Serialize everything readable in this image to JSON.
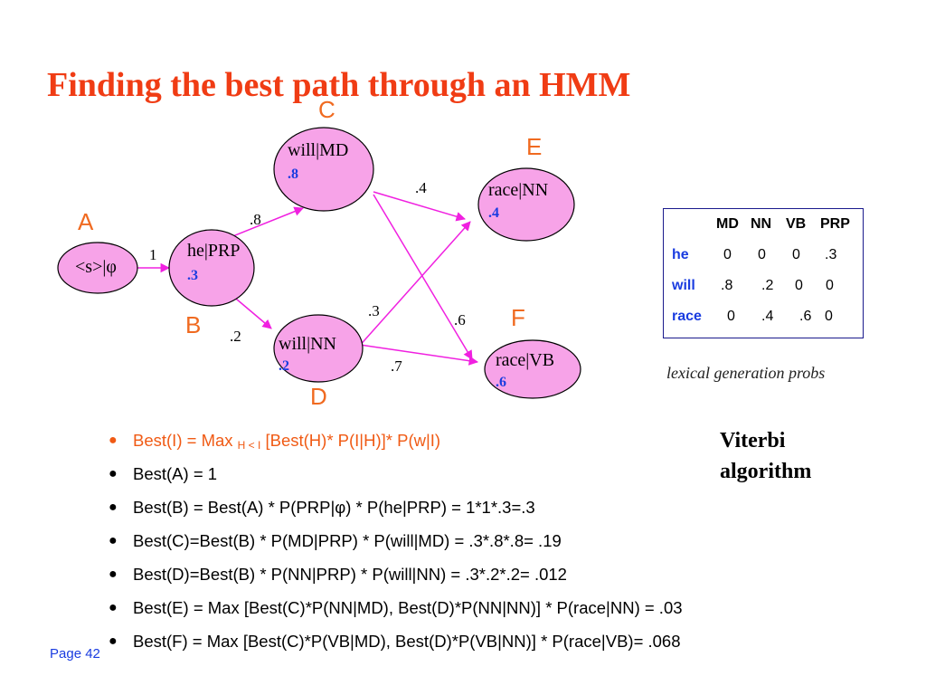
{
  "title": "Finding the best path through an HMM",
  "nodes": [
    {
      "id": "A",
      "letter": "A",
      "word": "<s>|φ",
      "prob": ""
    },
    {
      "id": "B",
      "letter": "B",
      "word": "he|PRP",
      "prob": ".3"
    },
    {
      "id": "C",
      "letter": "C",
      "word": "will|MD",
      "prob": ".8"
    },
    {
      "id": "D",
      "letter": "D",
      "word": "will|NN",
      "prob": ".2"
    },
    {
      "id": "E",
      "letter": "E",
      "word": "race|NN",
      "prob": ".4"
    },
    {
      "id": "F",
      "letter": "F",
      "word": "race|VB",
      "prob": ".6"
    }
  ],
  "edges": [
    {
      "from": "A",
      "to": "B",
      "label": "1"
    },
    {
      "from": "B",
      "to": "C",
      "label": ".8"
    },
    {
      "from": "B",
      "to": "D",
      "label": ".2"
    },
    {
      "from": "C",
      "to": "E",
      "label": ".4"
    },
    {
      "from": "C",
      "to": "F",
      "label": ".6"
    },
    {
      "from": "D",
      "to": "E",
      "label": ".3"
    },
    {
      "from": "D",
      "to": "F",
      "label": ".7"
    }
  ],
  "lexical_table": {
    "columns": [
      "MD",
      "NN",
      "VB",
      "PRP"
    ],
    "rows": [
      {
        "word": "he",
        "values": [
          "0",
          "0",
          "0",
          ".3"
        ]
      },
      {
        "word": "will",
        "values": [
          ".8",
          ".2",
          "0",
          "0"
        ]
      },
      {
        "word": "race",
        "values": [
          "0",
          ".4",
          ".6",
          "0"
        ]
      }
    ],
    "caption": "lexical generation probs"
  },
  "algorithm_label_line1": "Viterbi",
  "algorithm_label_line2": "algorithm",
  "formula": {
    "head": "Best(I) = Max ",
    "subscript": "H < I",
    "tail": " [Best(H)* P(I|H)]* P(w|I)"
  },
  "bullets": [
    "Best(A) = 1",
    "Best(B) = Best(A) * P(PRP|φ) * P(he|PRP) = 1*1*.3=.3",
    "Best(C)=Best(B) * P(MD|PRP) * P(will|MD) = .3*.8*.8= .19",
    "Best(D)=Best(B) * P(NN|PRP) * P(will|NN) = .3*.2*.2= .012",
    "Best(E) = Max [Best(C)*P(NN|MD), Best(D)*P(NN|NN)] * P(race|NN) = .03",
    "Best(F) = Max [Best(C)*P(VB|MD), Best(D)*P(VB|NN)] * P(race|VB)= .068"
  ],
  "footer": "Page 42",
  "colors": {
    "title": "#f03c14",
    "node_fill": "#f7a3e8",
    "edge": "#f020e0",
    "prob": "#1a3ce0",
    "letter": "#f06a20"
  }
}
